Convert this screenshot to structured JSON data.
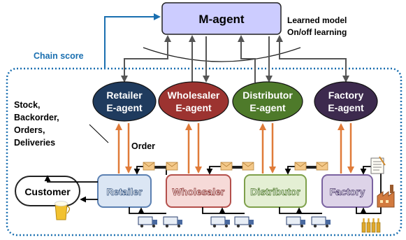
{
  "top_agent": {
    "label": "M-agent",
    "note_line1": "Learned model",
    "note_line2": "On/off learning"
  },
  "chain_score_label": "Chain score",
  "info_labels": [
    "Stock,",
    "Backorder,",
    "Orders,",
    "Deliveries"
  ],
  "order_label": "Order",
  "customer_label": "Customer",
  "e_agents": [
    {
      "line1": "Retailer",
      "line2": "E-agent",
      "fill": "#1f3b5e",
      "text_color": "#ffffff"
    },
    {
      "line1": "Wholesaler",
      "line2": "E-agent",
      "fill": "#9c3330",
      "text_color": "#ffffff"
    },
    {
      "line1": "Distributor",
      "line2": "E-agent",
      "fill": "#4e7a2a",
      "text_color": "#ffffff"
    },
    {
      "line1": "Factory",
      "line2": "E-agent",
      "fill": "#3d2a4e",
      "text_color": "#ffffff"
    }
  ],
  "stages": [
    {
      "label": "Retailer",
      "fill": "#dbe6f4",
      "stroke": "#5b80b2"
    },
    {
      "label": "Wholesaler",
      "fill": "#f6dad8",
      "stroke": "#b4504c"
    },
    {
      "label": "Distributor",
      "fill": "#e4efd4",
      "stroke": "#7ea04b"
    },
    {
      "label": "Factory",
      "fill": "#ddd3e8",
      "stroke": "#7a62a0"
    }
  ],
  "colors": {
    "m_agent_fill": "#ccccff",
    "chain_score_text": "#1a6fb0",
    "chain_arrow": "#1a6fb0",
    "dotted_border": "#1a6fb0",
    "order_arrow": "#e07b39",
    "envelope_fill": "#f4c98a",
    "flow_arrow": "#000000",
    "feedback_arrow": "#555555"
  },
  "icons": [
    "envelope-icon",
    "delivery-truck-icon",
    "beer-glass-icon",
    "factory-icon",
    "document-icon",
    "bottles-icon"
  ]
}
